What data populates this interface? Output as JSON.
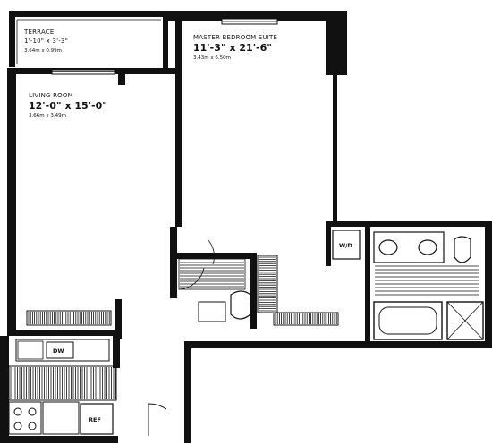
{
  "rooms": {
    "terrace": {
      "name": "TERRACE",
      "dims": "1'-10\" x 3'-3\"",
      "metric": "3.64m x 0.99m"
    },
    "living": {
      "name": "LIVING ROOM",
      "dims": "12'-0\" x 15'-0\"",
      "metric": "3.66m x 3.49m"
    },
    "master": {
      "name": "MASTER BEDROOM SUITE",
      "dims": "11'-3\" x 21'-6\"",
      "metric": "3.43m x 6.50m"
    }
  },
  "fixtures": {
    "washer_dryer": "W/D",
    "dishwasher": "DW",
    "refrigerator": "REF"
  }
}
